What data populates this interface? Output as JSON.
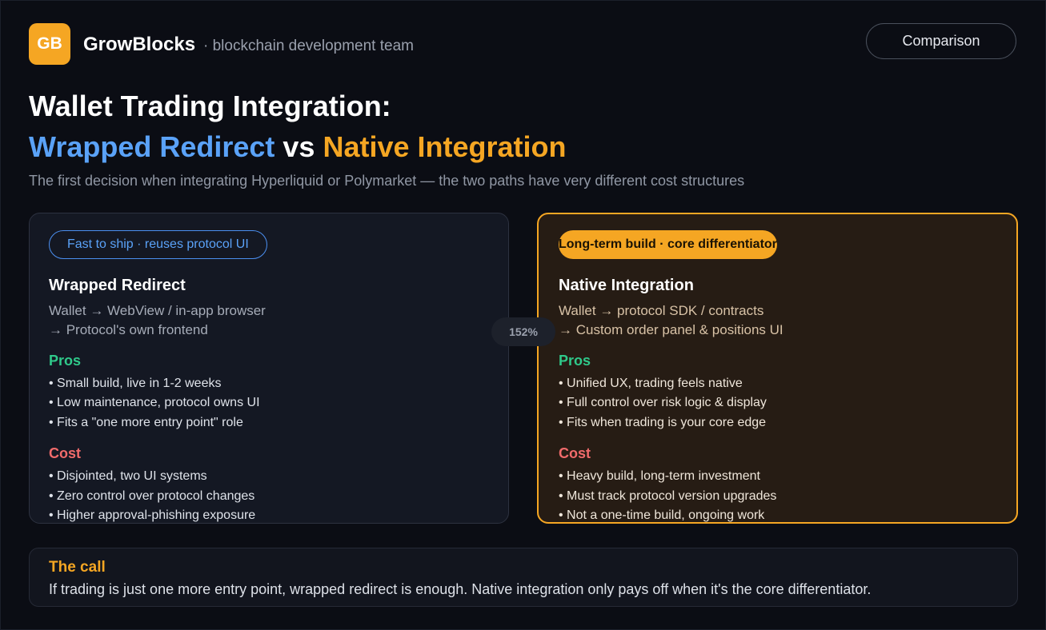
{
  "header": {
    "logo_text": "GB",
    "brand": "GrowBlocks",
    "tagline": "· blockchain development team",
    "comparison_button": "Comparison"
  },
  "title": {
    "line1": "Wallet Trading Integration:",
    "left_option": "Wrapped Redirect",
    "vs": " vs ",
    "right_option": "Native Integration"
  },
  "subtitle": "The first decision when integrating Hyperliquid or Polymarket — the two paths have very different cost structures",
  "left_card": {
    "badge": "Fast to ship · reuses protocol UI",
    "title": "Wrapped Redirect",
    "flow_line1": "Wallet → WebView / in-app browser",
    "flow_line2": "→ Protocol's own frontend",
    "pros_label": "Pros",
    "pros": [
      "• Small build, live in 1-2 weeks",
      "• Low maintenance, protocol owns UI",
      "• Fits a \"one more entry point\" role"
    ],
    "cost_label": "Cost",
    "cost": [
      "• Disjointed, two UI systems",
      "• Zero control over protocol changes",
      "• Higher approval-phishing exposure"
    ]
  },
  "right_card": {
    "badge": "Long-term build · core differentiator",
    "title": "Native Integration",
    "flow_line1": "Wallet → protocol SDK / contracts",
    "flow_line2": "→ Custom order panel & positions UI",
    "pros_label": "Pros",
    "pros": [
      "• Unified UX, trading feels native",
      "• Full control over risk logic & display",
      "• Fits when trading is your core edge"
    ],
    "cost_label": "Cost",
    "cost": [
      "• Heavy build, long-term investment",
      "• Must track protocol version upgrades",
      "• Not a one-time build, ongoing work"
    ]
  },
  "zoom_level": "152%",
  "verdict": {
    "title": "The call",
    "text": "If trading is just one more entry point, wrapped redirect is enough. Native integration only pays off when it's the core differentiator."
  },
  "colors": {
    "accent_blue": "#5aa2f8",
    "accent_orange": "#f5a623",
    "pros_green": "#2fc98a",
    "cost_red": "#f06b6b"
  }
}
